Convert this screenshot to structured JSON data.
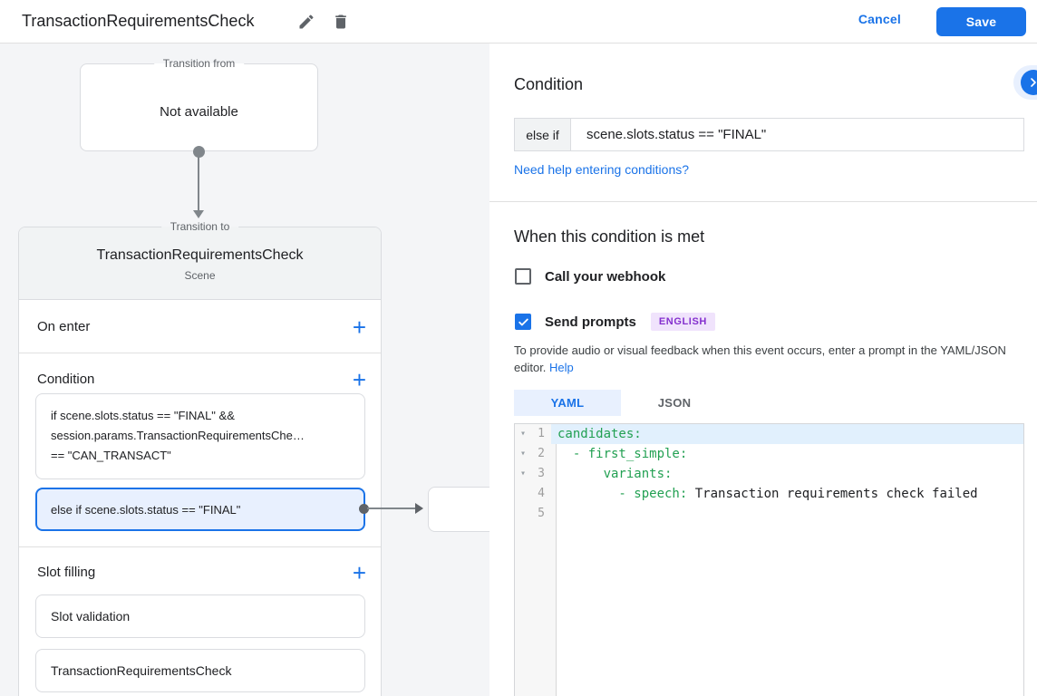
{
  "header": {
    "title": "TransactionRequirementsCheck",
    "cancel_label": "Cancel",
    "save_label": "Save"
  },
  "colors": {
    "accent_blue": "#1a73e8",
    "selected_condition_bg": "#e8f0fe",
    "badge_purple_text": "#8430ce",
    "badge_purple_bg": "#f0e3fc",
    "code_key_green": "#22a052"
  },
  "flow": {
    "add_glyph": "+",
    "transition_from": {
      "legend": "Transition from",
      "content": "Not available"
    },
    "transition_to": {
      "legend": "Transition to",
      "title": "TransactionRequirementsCheck",
      "subtitle": "Scene",
      "on_enter_label": "On enter",
      "condition_label": "Condition",
      "condition_items": [
        {
          "lines": [
            "if scene.slots.status == \"FINAL\" &&",
            "session.params.TransactionRequirementsChe…",
            "== \"CAN_TRANSACT\""
          ],
          "selected": false
        },
        {
          "lines": [
            "else if scene.slots.status == \"FINAL\""
          ],
          "selected": true
        }
      ],
      "slot_filling_label": "Slot filling",
      "slot_items": [
        "Slot validation",
        "TransactionRequirementsCheck"
      ]
    }
  },
  "detail": {
    "condition": {
      "heading": "Condition",
      "prefix": "else if",
      "value": "scene.slots.status == \"FINAL\"",
      "help_link": "Need help entering conditions?"
    },
    "when_met": {
      "heading": "When this condition is met",
      "webhook_label": "Call your webhook",
      "webhook_checked": false,
      "prompts_label": "Send prompts",
      "prompts_checked": true,
      "language_badge": "ENGLISH",
      "description": "To provide audio or visual feedback when this event occurs, enter a prompt in the YAML/JSON editor.",
      "help_label": "Help"
    },
    "editor": {
      "tabs": [
        {
          "label": "YAML",
          "active": true
        },
        {
          "label": "JSON",
          "active": false
        }
      ],
      "fold_glyph": "▾",
      "lines": [
        {
          "num": "1",
          "key": "candidates:",
          "text": "",
          "fold": true,
          "highlight": true
        },
        {
          "num": "2",
          "key": "  - first_simple:",
          "text": "",
          "fold": true,
          "highlight": false
        },
        {
          "num": "3",
          "key": "      variants:",
          "text": "",
          "fold": true,
          "highlight": false
        },
        {
          "num": "4",
          "key": "        - speech:",
          "text": " Transaction requirements check failed",
          "fold": false,
          "highlight": false
        },
        {
          "num": "5",
          "key": "",
          "text": "",
          "fold": false,
          "highlight": false
        }
      ]
    }
  }
}
